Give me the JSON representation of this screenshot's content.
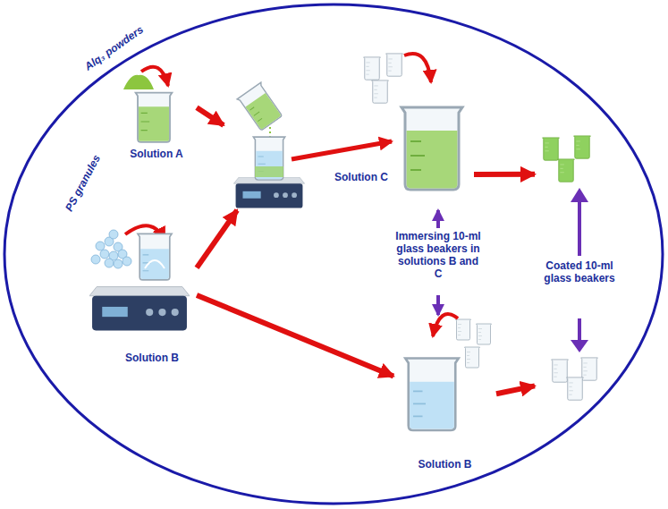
{
  "diagram": {
    "nodes": [
      {
        "text": [
          "Solution A"
        ]
      },
      {
        "text": [
          "Solution B"
        ]
      },
      {
        "text": [
          "Solution C"
        ]
      },
      {
        "text": [
          "Immersing 10-ml glass beakers in solutions B and C"
        ]
      },
      {
        "text": [
          "Coated 10-ml glass beakers"
        ]
      },
      {
        "text": [
          "Solution B"
        ]
      }
    ],
    "edges": [
      {
        "from": 0,
        "to": 2,
        "arrow": "to"
      },
      {
        "from": 1,
        "to": 2,
        "arrow": "to"
      },
      {
        "from": 1,
        "to": 5,
        "arrow": "to"
      },
      {
        "from": 2,
        "to": 4,
        "arrow": "to"
      },
      {
        "from": 5,
        "to": 4,
        "arrow": "to"
      },
      {
        "from": 3,
        "to": 2,
        "arrow": "to"
      },
      {
        "from": 3,
        "to": 5,
        "arrow": "to"
      }
    ],
    "labels": [
      "Alq₃ powders",
      "PS granules"
    ]
  }
}
